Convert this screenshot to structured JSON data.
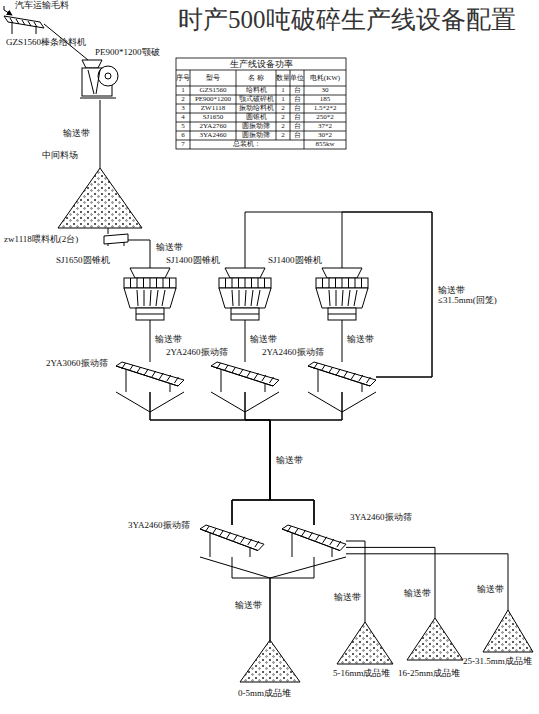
{
  "diagram": {
    "title": "时产500吨破碎生产线设备配置",
    "nodes": [
      {
        "text": [
          "GZS1560棒条给料机"
        ]
      },
      {
        "text": [
          "PE900*1200颚破"
        ]
      },
      {
        "text": [
          "中间料场"
        ]
      },
      {
        "text": [
          "zw1118喂料机(2台)"
        ]
      },
      {
        "text": [
          "SJ1650圆锥机"
        ]
      },
      {
        "text": [
          "SJ1400圆锥机"
        ]
      },
      {
        "text": [
          "SJ1400圆锥机"
        ]
      },
      {
        "text": [
          "2YA3060振动筛"
        ]
      },
      {
        "text": [
          "2YA2460振动筛"
        ]
      },
      {
        "text": [
          "2YA2460振动筛"
        ]
      },
      {
        "text": [
          "3YA2460振动筛"
        ]
      },
      {
        "text": [
          "3YA2460振动筛"
        ]
      },
      {
        "text": [
          "0-5mm成品堆"
        ]
      },
      {
        "text": [
          "5-16mm成品堆"
        ]
      },
      {
        "text": [
          "16-25mm成品堆"
        ]
      },
      {
        "text": [
          "25-31.5mm成品堆"
        ]
      }
    ],
    "edges": [
      {
        "from": 0,
        "to": 1,
        "arrow": "none"
      },
      {
        "from": 1,
        "to": 2,
        "arrow": "none",
        "label": "输送带"
      },
      {
        "from": 2,
        "to": 3,
        "arrow": "none"
      },
      {
        "from": 3,
        "to": 4,
        "arrow": "none",
        "label": "输送带"
      },
      {
        "from": 4,
        "to": 7,
        "arrow": "none",
        "label": "输送带"
      },
      {
        "from": 5,
        "to": 8,
        "arrow": "none",
        "label": "输送带"
      },
      {
        "from": 6,
        "to": 9,
        "arrow": "none",
        "label": "输送带"
      },
      {
        "from": 7,
        "to": 10,
        "arrow": "none"
      },
      {
        "from": 7,
        "to": 11,
        "arrow": "none"
      },
      {
        "from": 8,
        "to": 10,
        "arrow": "none",
        "label": "输送带"
      },
      {
        "from": 8,
        "to": 11,
        "arrow": "none"
      },
      {
        "from": 9,
        "to": 10,
        "arrow": "none"
      },
      {
        "from": 9,
        "to": 11,
        "arrow": "none"
      },
      {
        "from": 9,
        "to": 5,
        "arrow": "none"
      },
      {
        "from": 9,
        "to": 6,
        "arrow": "none",
        "label": "输送带 ≤31.5mm(回笼)"
      },
      {
        "from": 10,
        "to": 12,
        "arrow": "none",
        "label": "输送带"
      },
      {
        "from": 11,
        "to": 12,
        "arrow": "none"
      },
      {
        "from": 11,
        "to": 13,
        "arrow": "none",
        "label": "输送带"
      },
      {
        "from": 11,
        "to": 14,
        "arrow": "none",
        "label": "输送带"
      },
      {
        "from": 11,
        "to": 15,
        "arrow": "none",
        "label": "输送带"
      }
    ],
    "labels": [
      "汽车运输毛料",
      "生产线设备功率",
      "序号",
      "型号",
      "名 称",
      "数量",
      "单位",
      "电耗(KW)",
      "1",
      "GZS1560",
      "给料机",
      "1",
      "台",
      "30",
      "2",
      "PE900*1200",
      "颚式破碎机",
      "1",
      "台",
      "185",
      "3",
      "ZW1118",
      "振动给料机",
      "2",
      "台",
      "1.5*2*2",
      "4",
      "SJ1650",
      "圆锥机",
      "2",
      "台",
      "250*2",
      "5",
      "2YA2760",
      "圆振动筛",
      "2",
      "台",
      "37*2",
      "6",
      "3YA2460",
      "圆振动筛",
      "2",
      "台",
      "30*2",
      "7",
      "总装机：",
      "855kw"
    ]
  }
}
